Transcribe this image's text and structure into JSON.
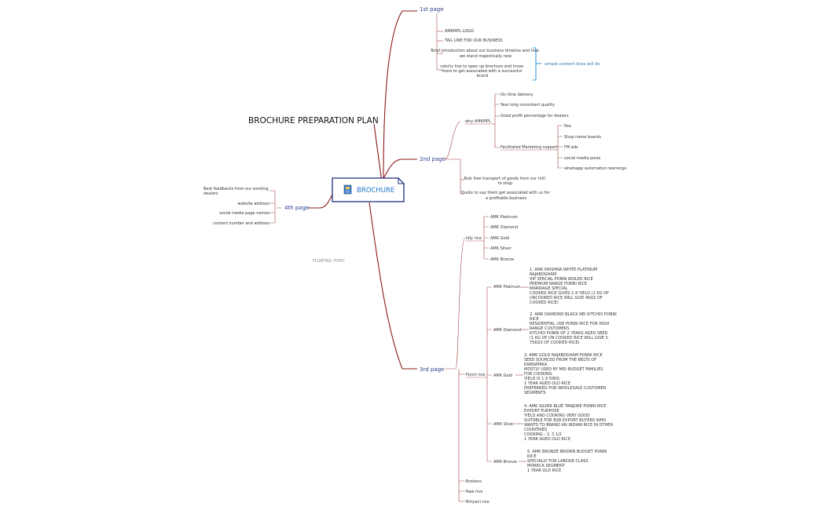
{
  "title": "BROCHURE PREPARATION PLAN",
  "root": {
    "label": "BROCHURE",
    "icon": "brochure-icon"
  },
  "floating_topic": "FLOATING TOPIC",
  "colors": {
    "branch": "#8b1a1a",
    "section": "#2e3b8f",
    "root_border": "#1f2a80",
    "root_text": "#1e73c8",
    "callout": "#3aa0e0"
  },
  "sections": {
    "page1": {
      "label": "1st page",
      "items": [
        "AMKMPL LOGO",
        "TAG LINE FOR OUR BUSINESS",
        "Brief introduction about our business timeline and how we stand majestically now",
        "catchy line to open up brochure and know more to get associated with a successful brand"
      ],
      "callout": "simple content lines will do"
    },
    "page2": {
      "label": "2nd page",
      "why": {
        "label": "why AMKMPL",
        "items": [
          "On time delivery",
          "Year long consistent quality",
          "Good profit percentage for dealers",
          "Facilitated Marketing support"
        ],
        "marketing": [
          "flex",
          "Shop name boards",
          "FM ads",
          "social media posts",
          "whatsapp automation learnings"
        ]
      },
      "others": [
        "Risk free transport of goods from our mill to shop",
        "Quote to say them get associated with us for a profitable business"
      ]
    },
    "page3": {
      "label": "3rd page",
      "idly": {
        "label": "Idly rice",
        "items": [
          "AMK Platinum",
          "AMK Diamond",
          "AMK  Gold",
          "AMK Silver",
          "AMK Bronze"
        ]
      },
      "ponni": {
        "label": "Ponni rice",
        "grades": [
          {
            "label": "AMK Platinum",
            "desc": "1. AMK KRISHNA WHITE PLATINUM RAJABOGHAM VIP SPECIAL PONNI BOILED RICE PREMIUM RANGE PONNI RICE MARRIAGE SPECIAL COOKED RICE GIVES 1:4 YIELD (1 KG OF UNCOOKED RICE WILL GIVE 4KGS OF COOKED RICE)"
          },
          {
            "label": "AMK Diamond",
            "desc": "2. AMK DIAMOND BLACK NEI KITCHDI PONNI RICE RESIDENTIAL USE PONNI RICE FOR HIGH RANGE CUSTOMERS KITCHDI PONNI OF 2 YEARS AGED SEED (1 KG OF UN COOKED RICE WILL GIVE 3. 75KGS OF COOKED RICE)"
          },
          {
            "label": "AMK  Gold",
            "desc": "3. AMK GOLD RAJABOGHAM PONNI RICE SEED SOURCED FROM THE BELTS OF KARNATAKA MOSTLY USED BY MID BUDGET FAMILIES FOR COOKING YIELD IS 1:3 50KG 1 YEAR AGED OLD RICE PREFERRED FOR WHOLESALE CUSTOMER SEGMENTS"
          },
          {
            "label": "AMK Silver",
            "desc": "4. AMK SILVER BLUE TANJORE PONNI RICE EXPORT PURPOSE YIELD AND COOKING VERY GOOD SUITABLE FOR B2B EXPORT BUYERS WHO WANTS TO BRAND AN INDIAN RICE IN OTHER COUNTRIES COOKING - 1: 3 1/2 1 YEAR AGED OLD RICE"
          },
          {
            "label": "AMK Bronze",
            "desc": "5. AMK BRONZE BROWN BUDGET PONNI RICE SPECIALLY FOR LABOUR CLASS MORECA SEGMENT 1 YEAR OLD RICE"
          }
        ]
      },
      "others": [
        "Brokens",
        "Raw rice",
        "Biriyani rice"
      ]
    },
    "page4": {
      "label": "4th page",
      "items": [
        "Best feedbacks from our existing dealers",
        "website address",
        "social media page names",
        "contact number and address"
      ]
    }
  }
}
